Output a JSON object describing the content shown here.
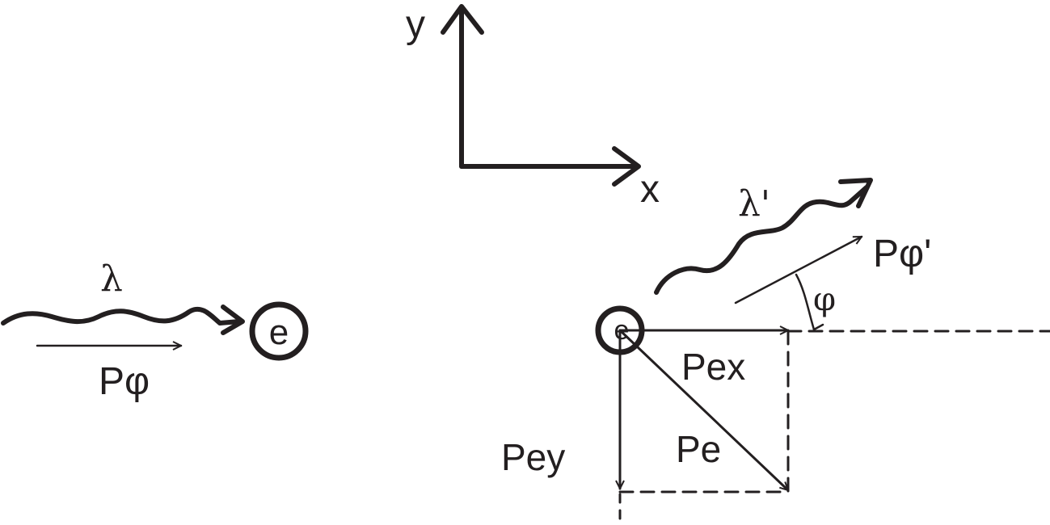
{
  "axes": {
    "y_label": "y",
    "x_label": "x"
  },
  "incident": {
    "wavelength_label": "λ",
    "momentum_label": "Pφ",
    "electron_label": "e"
  },
  "scattered": {
    "wavelength_label": "λ'",
    "momentum_label": "Pφ'",
    "angle_label": "φ",
    "electron_label": "e",
    "pex_label": "Pex",
    "pey_label": "Pey",
    "pe_label": "Pe"
  },
  "colors": {
    "ink": "#231f20",
    "background": "#ffffff"
  }
}
